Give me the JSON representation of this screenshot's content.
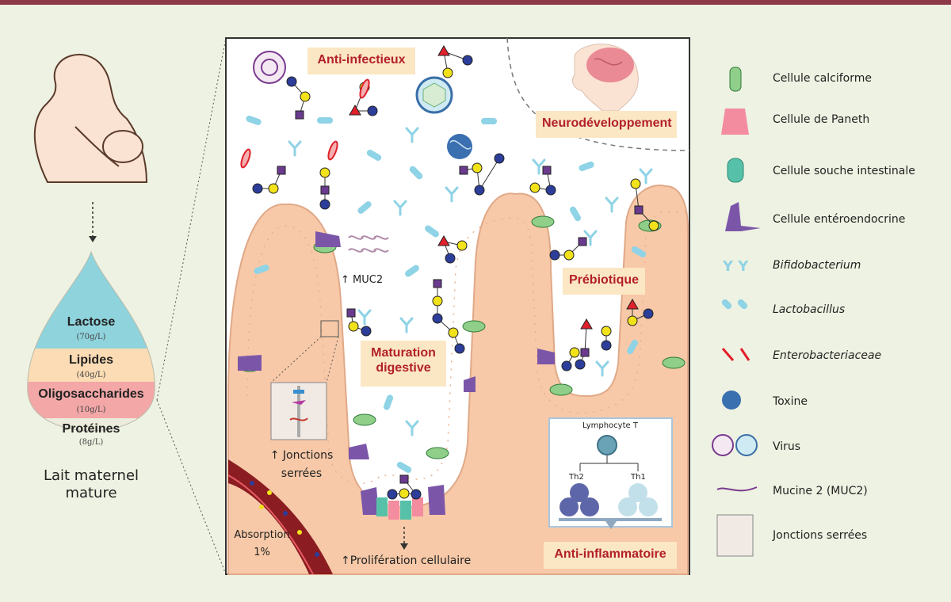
{
  "drop": {
    "layers": [
      {
        "name": "Lactose",
        "amount": "(70g/L)",
        "color": "#8fd3dc"
      },
      {
        "name": "Lipides",
        "amount": "(40g/L)",
        "color": "#fbdcb4"
      },
      {
        "name": "Oligosaccharides",
        "amount": "(10g/L)",
        "color": "#f3a7a7"
      },
      {
        "name": "Protéines",
        "amount": "(8g/L)",
        "color": "#ececdc"
      }
    ],
    "caption_line1": "Lait maternel",
    "caption_line2": "mature"
  },
  "callouts": {
    "anti_infectieux": "Anti-infectieux",
    "neurodev": "Neurodéveloppement",
    "prebiotique": "Prébiotique",
    "maturation_line1": "Maturation",
    "maturation_line2": "digestive",
    "anti_inflammatoire": "Anti-inflammatoire"
  },
  "annotations": {
    "muc2": "↑ MUC2",
    "jonctions_line1": "↑ Jonctions",
    "jonctions_line2": "serrées",
    "absorption_line1": "Absorption",
    "absorption_line2": "1%",
    "proliferation": "↑Prolifération cellulaire"
  },
  "lymphocyte": {
    "title": "Lymphocyte T",
    "left": "Th2",
    "right": "Th1"
  },
  "legend": [
    {
      "label": "Cellule calciforme",
      "icon": "goblet-cell-icon",
      "italic": false
    },
    {
      "label": "Cellule de Paneth",
      "icon": "paneth-cell-icon",
      "italic": false
    },
    {
      "label": "Cellule souche intestinale",
      "icon": "stem-cell-icon",
      "italic": false
    },
    {
      "label": "Cellule entéroendocrine",
      "icon": "enteroendocrine-cell-icon",
      "italic": false
    },
    {
      "label": "Bifidobacterium",
      "icon": "bifidobacterium-icon",
      "italic": true
    },
    {
      "label": "Lactobacillus",
      "icon": "lactobacillus-icon",
      "italic": true
    },
    {
      "label": "Enterobacteriaceae",
      "icon": "enterobacteria-icon",
      "italic": true
    },
    {
      "label": "Toxine",
      "icon": "toxin-icon",
      "italic": false
    },
    {
      "label": "Virus",
      "icon": "virus-icon",
      "italic": false
    },
    {
      "label": "Mucine 2 (MUC2)",
      "icon": "mucin-icon",
      "italic": false
    },
    {
      "label": "Jonctions serrées",
      "icon": "tight-junction-icon",
      "italic": false
    }
  ],
  "colors": {
    "background": "#eef2e2",
    "topbar": "#8c3a4a",
    "callout_bg": "#fbe7c4",
    "callout_text": "#b3202a",
    "epithelium": "#f7c9a8",
    "goblet": "#8fcf8a",
    "enteroendocrine": "#7b56a8",
    "bacteria": "#8fd3e6",
    "glucose": "#f2e21a",
    "galnac": "#2c3d9a",
    "fucose": "#e0202a",
    "sialic": "#6a3a8f"
  }
}
